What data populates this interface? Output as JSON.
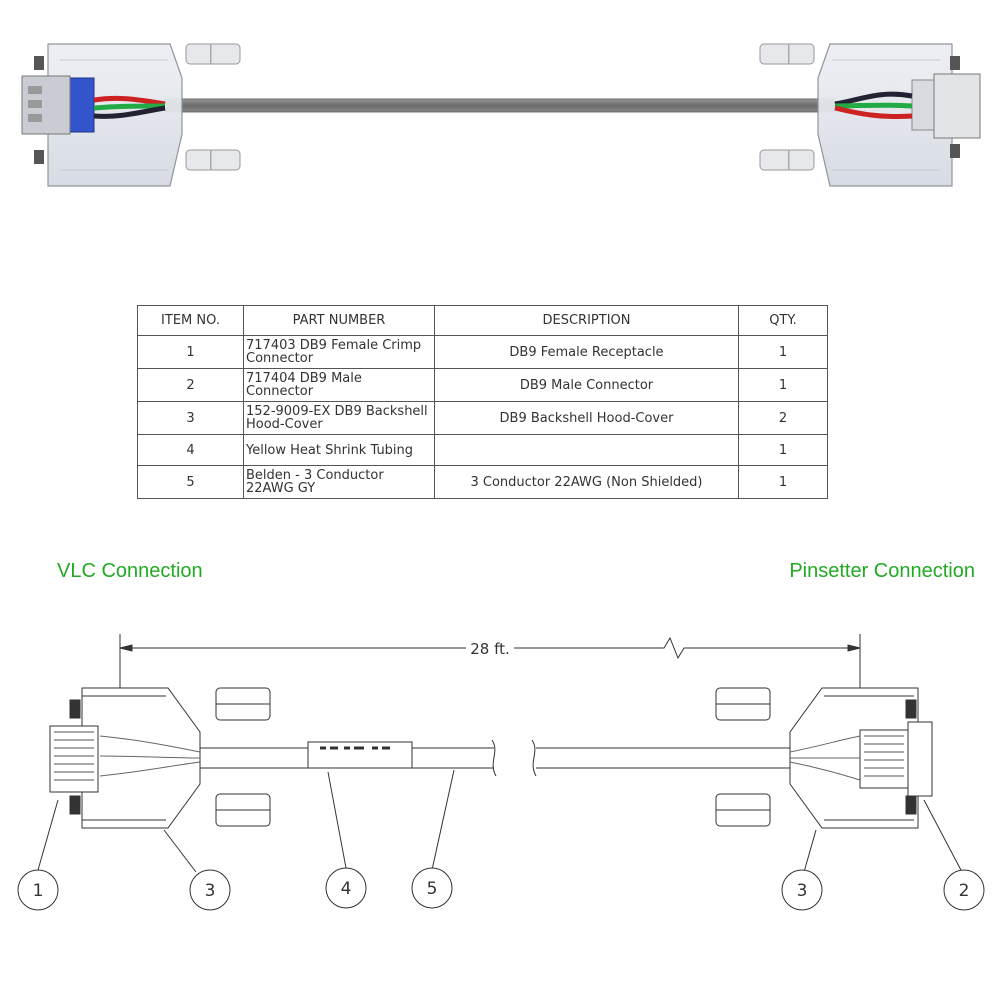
{
  "title": "",
  "bom": {
    "headers": {
      "item": "ITEM NO.",
      "part": "PART NUMBER",
      "desc": "DESCRIPTION",
      "qty": "QTY."
    },
    "rows": [
      {
        "item": "1",
        "part": "717403 DB9 Female Crimp Connector",
        "desc": "DB9 Female Receptacle",
        "qty": "1"
      },
      {
        "item": "2",
        "part": "717404 DB9 Male Connector",
        "desc": "DB9 Male Connector",
        "qty": "1"
      },
      {
        "item": "3",
        "part": "152-9009-EX DB9 Backshell Hood-Cover",
        "desc": "DB9 Backshell Hood-Cover",
        "qty": "2"
      },
      {
        "item": "4",
        "part": "Yellow Heat Shrink Tubing",
        "desc": "",
        "qty": "1"
      },
      {
        "item": "5",
        "part": "Belden - 3 Conductor 22AWG GY",
        "desc": "3 Conductor 22AWG (Non Shielded)",
        "qty": "1"
      }
    ]
  },
  "labels": {
    "left": "VLC Connection",
    "right": "Pinsetter Connection",
    "dimension": "28 ft."
  },
  "balloons": {
    "b1": "1",
    "b2": "2",
    "b3a": "3",
    "b3b": "3",
    "b4": "4",
    "b5": "5"
  },
  "colors": {
    "label_green": "#22aa22",
    "wire_red": "#cc2222",
    "wire_green": "#22aa44",
    "wire_black": "#222233",
    "blue_insert": "#3355cc",
    "cable_gray": "#777777"
  }
}
